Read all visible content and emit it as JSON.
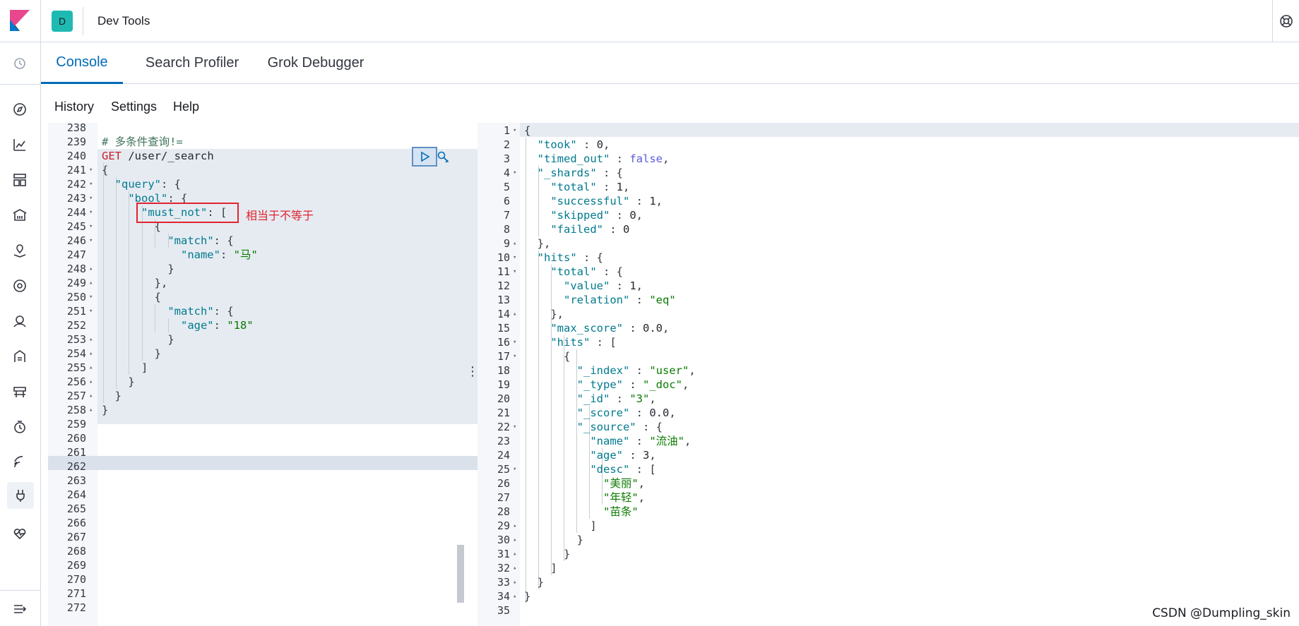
{
  "header": {
    "avatar_letter": "D",
    "title": "Dev Tools"
  },
  "tabs": [
    {
      "label": "Console",
      "selected": true
    },
    {
      "label": "Search Profiler",
      "selected": false
    },
    {
      "label": "Grok Debugger",
      "selected": false
    }
  ],
  "menu": {
    "history": "History",
    "settings": "Settings",
    "help": "Help"
  },
  "rail_icons": [
    "recent-icon",
    "discover-icon",
    "visualize-icon",
    "dashboard-icon",
    "canvas-icon",
    "maps-icon",
    "ml-icon",
    "graph-icon",
    "logs-icon",
    "infrastructure-icon",
    "uptime-icon",
    "siem-icon",
    "dev-tools-icon",
    "monitoring-icon",
    "settings-icon",
    "collapse-icon"
  ],
  "request_lines": [
    {
      "n": "238",
      "fold": "",
      "segs": []
    },
    {
      "n": "239",
      "fold": "",
      "segs": [
        {
          "t": "# 多条件查询!=",
          "c": "c-comment"
        }
      ]
    },
    {
      "n": "240",
      "fold": "",
      "segs": [
        {
          "t": "GET",
          "c": "c-method"
        },
        {
          "t": " /user/_search",
          "c": "c-url"
        }
      ]
    },
    {
      "n": "241",
      "fold": "▾",
      "segs": [
        {
          "t": "{",
          "c": ""
        }
      ]
    },
    {
      "n": "242",
      "fold": "▾",
      "segs": [
        {
          "t": "  ",
          "c": ""
        },
        {
          "t": "\"query\"",
          "c": "c-key"
        },
        {
          "t": ": {",
          "c": ""
        }
      ]
    },
    {
      "n": "243",
      "fold": "▾",
      "segs": [
        {
          "t": "    ",
          "c": ""
        },
        {
          "t": "\"bool\"",
          "c": "c-key"
        },
        {
          "t": ": {",
          "c": ""
        }
      ]
    },
    {
      "n": "244",
      "fold": "▾",
      "segs": [
        {
          "t": "      ",
          "c": ""
        },
        {
          "t": "\"must_not\"",
          "c": "c-key"
        },
        {
          "t": ": [",
          "c": ""
        }
      ]
    },
    {
      "n": "245",
      "fold": "▾",
      "segs": [
        {
          "t": "        {",
          "c": ""
        }
      ]
    },
    {
      "n": "246",
      "fold": "▾",
      "segs": [
        {
          "t": "          ",
          "c": ""
        },
        {
          "t": "\"match\"",
          "c": "c-key"
        },
        {
          "t": ": {",
          "c": ""
        }
      ]
    },
    {
      "n": "247",
      "fold": "",
      "segs": [
        {
          "t": "            ",
          "c": ""
        },
        {
          "t": "\"name\"",
          "c": "c-key"
        },
        {
          "t": ": ",
          "c": ""
        },
        {
          "t": "\"马\"",
          "c": "c-str"
        }
      ]
    },
    {
      "n": "248",
      "fold": "▴",
      "segs": [
        {
          "t": "          }",
          "c": ""
        }
      ]
    },
    {
      "n": "249",
      "fold": "▴",
      "segs": [
        {
          "t": "        },",
          "c": ""
        }
      ]
    },
    {
      "n": "250",
      "fold": "▾",
      "segs": [
        {
          "t": "        {",
          "c": ""
        }
      ]
    },
    {
      "n": "251",
      "fold": "▾",
      "segs": [
        {
          "t": "          ",
          "c": ""
        },
        {
          "t": "\"match\"",
          "c": "c-key"
        },
        {
          "t": ": {",
          "c": ""
        }
      ]
    },
    {
      "n": "252",
      "fold": "",
      "segs": [
        {
          "t": "            ",
          "c": ""
        },
        {
          "t": "\"age\"",
          "c": "c-key"
        },
        {
          "t": ": ",
          "c": ""
        },
        {
          "t": "\"18\"",
          "c": "c-str"
        }
      ]
    },
    {
      "n": "253",
      "fold": "▴",
      "segs": [
        {
          "t": "          }",
          "c": ""
        }
      ]
    },
    {
      "n": "254",
      "fold": "▴",
      "segs": [
        {
          "t": "        }",
          "c": ""
        }
      ]
    },
    {
      "n": "255",
      "fold": "▴",
      "segs": [
        {
          "t": "      ]",
          "c": ""
        }
      ]
    },
    {
      "n": "256",
      "fold": "▴",
      "segs": [
        {
          "t": "    }",
          "c": ""
        }
      ]
    },
    {
      "n": "257",
      "fold": "▴",
      "segs": [
        {
          "t": "  }",
          "c": ""
        }
      ]
    },
    {
      "n": "258",
      "fold": "▴",
      "segs": [
        {
          "t": "}",
          "c": ""
        }
      ]
    },
    {
      "n": "259",
      "fold": "",
      "segs": []
    },
    {
      "n": "260",
      "fold": "",
      "segs": []
    },
    {
      "n": "261",
      "fold": "",
      "segs": []
    },
    {
      "n": "262",
      "fold": "",
      "segs": []
    },
    {
      "n": "263",
      "fold": "",
      "segs": []
    },
    {
      "n": "264",
      "fold": "",
      "segs": []
    },
    {
      "n": "265",
      "fold": "",
      "segs": []
    },
    {
      "n": "266",
      "fold": "",
      "segs": []
    },
    {
      "n": "267",
      "fold": "",
      "segs": []
    },
    {
      "n": "268",
      "fold": "",
      "segs": []
    },
    {
      "n": "269",
      "fold": "",
      "segs": []
    },
    {
      "n": "270",
      "fold": "",
      "segs": []
    },
    {
      "n": "271",
      "fold": "",
      "segs": []
    },
    {
      "n": "272",
      "fold": "",
      "segs": []
    }
  ],
  "annotation": "相当于不等于",
  "response_lines": [
    {
      "n": "1",
      "fold": "▾",
      "segs": [
        {
          "t": "{",
          "c": ""
        }
      ]
    },
    {
      "n": "2",
      "fold": "",
      "segs": [
        {
          "t": "  ",
          "c": ""
        },
        {
          "t": "\"took\"",
          "c": "c-key"
        },
        {
          "t": " : ",
          "c": ""
        },
        {
          "t": "0",
          "c": "c-num"
        },
        {
          "t": ",",
          "c": ""
        }
      ]
    },
    {
      "n": "3",
      "fold": "",
      "segs": [
        {
          "t": "  ",
          "c": ""
        },
        {
          "t": "\"timed_out\"",
          "c": "c-key"
        },
        {
          "t": " : ",
          "c": ""
        },
        {
          "t": "false",
          "c": "c-bool"
        },
        {
          "t": ",",
          "c": ""
        }
      ]
    },
    {
      "n": "4",
      "fold": "▾",
      "segs": [
        {
          "t": "  ",
          "c": ""
        },
        {
          "t": "\"_shards\"",
          "c": "c-key"
        },
        {
          "t": " : {",
          "c": ""
        }
      ]
    },
    {
      "n": "5",
      "fold": "",
      "segs": [
        {
          "t": "    ",
          "c": ""
        },
        {
          "t": "\"total\"",
          "c": "c-key"
        },
        {
          "t": " : ",
          "c": ""
        },
        {
          "t": "1",
          "c": "c-num"
        },
        {
          "t": ",",
          "c": ""
        }
      ]
    },
    {
      "n": "6",
      "fold": "",
      "segs": [
        {
          "t": "    ",
          "c": ""
        },
        {
          "t": "\"successful\"",
          "c": "c-key"
        },
        {
          "t": " : ",
          "c": ""
        },
        {
          "t": "1",
          "c": "c-num"
        },
        {
          "t": ",",
          "c": ""
        }
      ]
    },
    {
      "n": "7",
      "fold": "",
      "segs": [
        {
          "t": "    ",
          "c": ""
        },
        {
          "t": "\"skipped\"",
          "c": "c-key"
        },
        {
          "t": " : ",
          "c": ""
        },
        {
          "t": "0",
          "c": "c-num"
        },
        {
          "t": ",",
          "c": ""
        }
      ]
    },
    {
      "n": "8",
      "fold": "",
      "segs": [
        {
          "t": "    ",
          "c": ""
        },
        {
          "t": "\"failed\"",
          "c": "c-key"
        },
        {
          "t": " : ",
          "c": ""
        },
        {
          "t": "0",
          "c": "c-num"
        }
      ]
    },
    {
      "n": "9",
      "fold": "▴",
      "segs": [
        {
          "t": "  },",
          "c": ""
        }
      ]
    },
    {
      "n": "10",
      "fold": "▾",
      "segs": [
        {
          "t": "  ",
          "c": ""
        },
        {
          "t": "\"hits\"",
          "c": "c-key"
        },
        {
          "t": " : {",
          "c": ""
        }
      ]
    },
    {
      "n": "11",
      "fold": "▾",
      "segs": [
        {
          "t": "    ",
          "c": ""
        },
        {
          "t": "\"total\"",
          "c": "c-key"
        },
        {
          "t": " : {",
          "c": ""
        }
      ]
    },
    {
      "n": "12",
      "fold": "",
      "segs": [
        {
          "t": "      ",
          "c": ""
        },
        {
          "t": "\"value\"",
          "c": "c-key"
        },
        {
          "t": " : ",
          "c": ""
        },
        {
          "t": "1",
          "c": "c-num"
        },
        {
          "t": ",",
          "c": ""
        }
      ]
    },
    {
      "n": "13",
      "fold": "",
      "segs": [
        {
          "t": "      ",
          "c": ""
        },
        {
          "t": "\"relation\"",
          "c": "c-key"
        },
        {
          "t": " : ",
          "c": ""
        },
        {
          "t": "\"eq\"",
          "c": "c-str"
        }
      ]
    },
    {
      "n": "14",
      "fold": "▴",
      "segs": [
        {
          "t": "    },",
          "c": ""
        }
      ]
    },
    {
      "n": "15",
      "fold": "",
      "segs": [
        {
          "t": "    ",
          "c": ""
        },
        {
          "t": "\"max_score\"",
          "c": "c-key"
        },
        {
          "t": " : ",
          "c": ""
        },
        {
          "t": "0.0",
          "c": "c-num"
        },
        {
          "t": ",",
          "c": ""
        }
      ]
    },
    {
      "n": "16",
      "fold": "▾",
      "segs": [
        {
          "t": "    ",
          "c": ""
        },
        {
          "t": "\"hits\"",
          "c": "c-key"
        },
        {
          "t": " : [",
          "c": ""
        }
      ]
    },
    {
      "n": "17",
      "fold": "▾",
      "segs": [
        {
          "t": "      {",
          "c": ""
        }
      ]
    },
    {
      "n": "18",
      "fold": "",
      "segs": [
        {
          "t": "        ",
          "c": ""
        },
        {
          "t": "\"_index\"",
          "c": "c-key"
        },
        {
          "t": " : ",
          "c": ""
        },
        {
          "t": "\"user\"",
          "c": "c-str"
        },
        {
          "t": ",",
          "c": ""
        }
      ]
    },
    {
      "n": "19",
      "fold": "",
      "segs": [
        {
          "t": "        ",
          "c": ""
        },
        {
          "t": "\"_type\"",
          "c": "c-key"
        },
        {
          "t": " : ",
          "c": ""
        },
        {
          "t": "\"_doc\"",
          "c": "c-str"
        },
        {
          "t": ",",
          "c": ""
        }
      ]
    },
    {
      "n": "20",
      "fold": "",
      "segs": [
        {
          "t": "        ",
          "c": ""
        },
        {
          "t": "\"_id\"",
          "c": "c-key"
        },
        {
          "t": " : ",
          "c": ""
        },
        {
          "t": "\"3\"",
          "c": "c-str"
        },
        {
          "t": ",",
          "c": ""
        }
      ]
    },
    {
      "n": "21",
      "fold": "",
      "segs": [
        {
          "t": "        ",
          "c": ""
        },
        {
          "t": "\"_score\"",
          "c": "c-key"
        },
        {
          "t": " : ",
          "c": ""
        },
        {
          "t": "0.0",
          "c": "c-num"
        },
        {
          "t": ",",
          "c": ""
        }
      ]
    },
    {
      "n": "22",
      "fold": "▾",
      "segs": [
        {
          "t": "        ",
          "c": ""
        },
        {
          "t": "\"_source\"",
          "c": "c-key"
        },
        {
          "t": " : {",
          "c": ""
        }
      ]
    },
    {
      "n": "23",
      "fold": "",
      "segs": [
        {
          "t": "          ",
          "c": ""
        },
        {
          "t": "\"name\"",
          "c": "c-key"
        },
        {
          "t": " : ",
          "c": ""
        },
        {
          "t": "\"流油\"",
          "c": "c-str"
        },
        {
          "t": ",",
          "c": ""
        }
      ]
    },
    {
      "n": "24",
      "fold": "",
      "segs": [
        {
          "t": "          ",
          "c": ""
        },
        {
          "t": "\"age\"",
          "c": "c-key"
        },
        {
          "t": " : ",
          "c": ""
        },
        {
          "t": "3",
          "c": "c-num"
        },
        {
          "t": ",",
          "c": ""
        }
      ]
    },
    {
      "n": "25",
      "fold": "▾",
      "segs": [
        {
          "t": "          ",
          "c": ""
        },
        {
          "t": "\"desc\"",
          "c": "c-key"
        },
        {
          "t": " : [",
          "c": ""
        }
      ]
    },
    {
      "n": "26",
      "fold": "",
      "segs": [
        {
          "t": "            ",
          "c": ""
        },
        {
          "t": "\"美丽\"",
          "c": "c-str"
        },
        {
          "t": ",",
          "c": ""
        }
      ]
    },
    {
      "n": "27",
      "fold": "",
      "segs": [
        {
          "t": "            ",
          "c": ""
        },
        {
          "t": "\"年轻\"",
          "c": "c-str"
        },
        {
          "t": ",",
          "c": ""
        }
      ]
    },
    {
      "n": "28",
      "fold": "",
      "segs": [
        {
          "t": "            ",
          "c": ""
        },
        {
          "t": "\"苗条\"",
          "c": "c-str"
        }
      ]
    },
    {
      "n": "29",
      "fold": "▴",
      "segs": [
        {
          "t": "          ]",
          "c": ""
        }
      ]
    },
    {
      "n": "30",
      "fold": "▴",
      "segs": [
        {
          "t": "        }",
          "c": ""
        }
      ]
    },
    {
      "n": "31",
      "fold": "▴",
      "segs": [
        {
          "t": "      }",
          "c": ""
        }
      ]
    },
    {
      "n": "32",
      "fold": "▴",
      "segs": [
        {
          "t": "    ]",
          "c": ""
        }
      ]
    },
    {
      "n": "33",
      "fold": "▴",
      "segs": [
        {
          "t": "  }",
          "c": ""
        }
      ]
    },
    {
      "n": "34",
      "fold": "▴",
      "segs": [
        {
          "t": "}",
          "c": ""
        }
      ]
    },
    {
      "n": "35",
      "fold": "",
      "segs": []
    }
  ],
  "watermark": "CSDN @Dumpling_skin"
}
